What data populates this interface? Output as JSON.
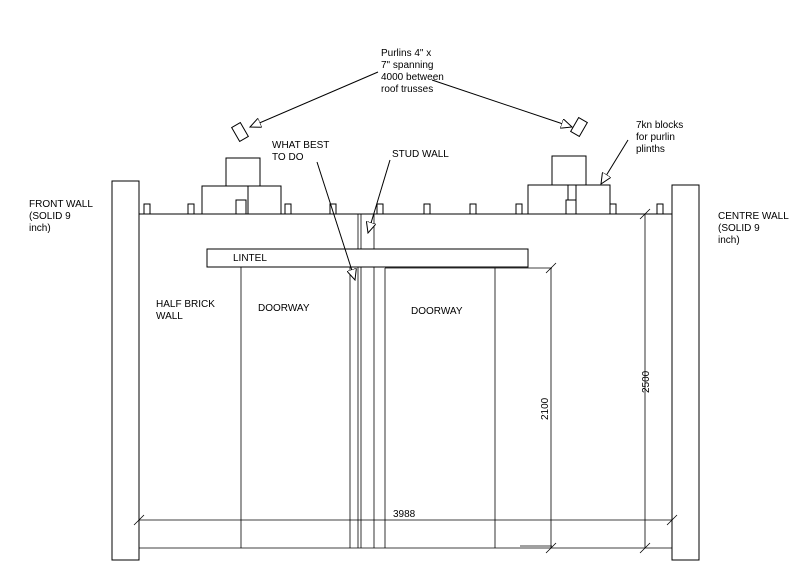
{
  "labels": {
    "purlins": [
      "Purlins 4\" x",
      "7\" spanning",
      "4000 between",
      "roof trusses"
    ],
    "blocks": [
      "7kn blocks",
      "for purlin",
      "plinths"
    ],
    "front_wall": [
      "FRONT WALL",
      "(SOLID 9",
      "inch)"
    ],
    "centre_wall": [
      "CENTRE WALL",
      "(SOLID 9",
      "inch)"
    ],
    "what_best": [
      "WHAT BEST",
      "TO DO"
    ],
    "stud_wall": "STUD WALL",
    "lintel": "LINTEL",
    "half_brick": [
      "HALF BRICK",
      "WALL"
    ],
    "doorway_left": "DOORWAY",
    "doorway_right": "DOORWAY"
  },
  "dimensions": {
    "width": "3988",
    "height_2100": "2100",
    "height_2500": "2500"
  }
}
